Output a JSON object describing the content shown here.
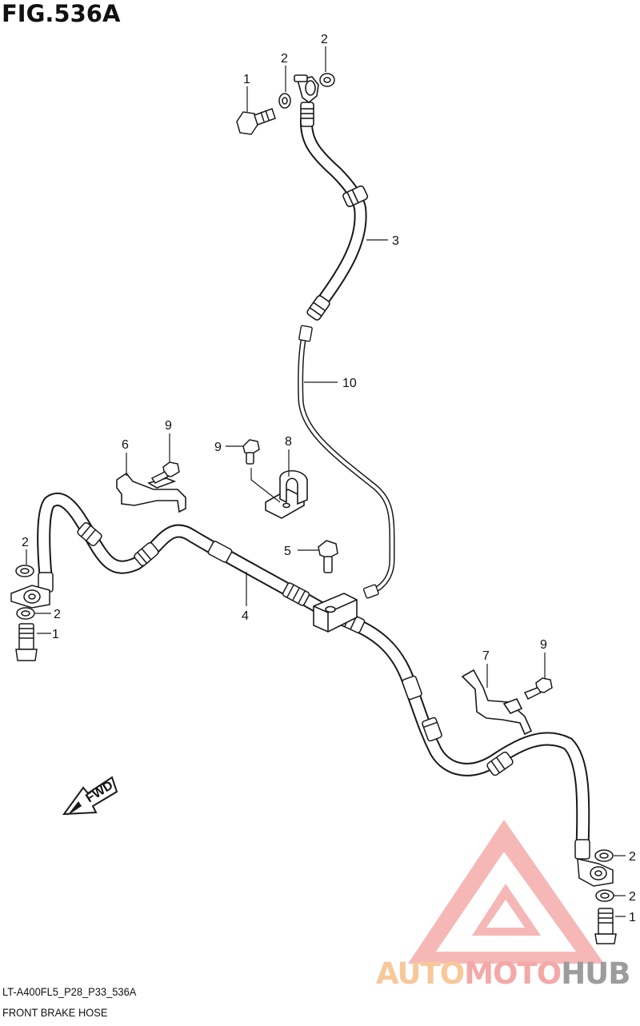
{
  "figure": {
    "title": "FIG.536A"
  },
  "footer": {
    "code": "LT-A400FL5_P28_P33_536A",
    "caption": "FRONT BRAKE HOSE"
  },
  "watermark": {
    "part1": "AUTO",
    "part2": "MOTO",
    "part3": "HUB"
  },
  "direction_arrow": {
    "label": "FWD"
  },
  "callouts": {
    "c1_top": "1",
    "c2_top_a": "2",
    "c2_top_b": "2",
    "c3": "3",
    "c10": "10",
    "c6": "6",
    "c9_a": "9",
    "c9_b": "9",
    "c8": "8",
    "c5": "5",
    "c4": "4",
    "c2_left_a": "2",
    "c2_left_b": "2",
    "c1_left": "1",
    "c7": "7",
    "c9_c": "9",
    "c2_right_a": "2",
    "c2_right_b": "2",
    "c1_right": "1"
  },
  "colors": {
    "line": "#1a1a1a",
    "part_fill": "#ffffff",
    "watermark_red": "#f08a8a",
    "watermark_orange": "#f7c89a"
  }
}
